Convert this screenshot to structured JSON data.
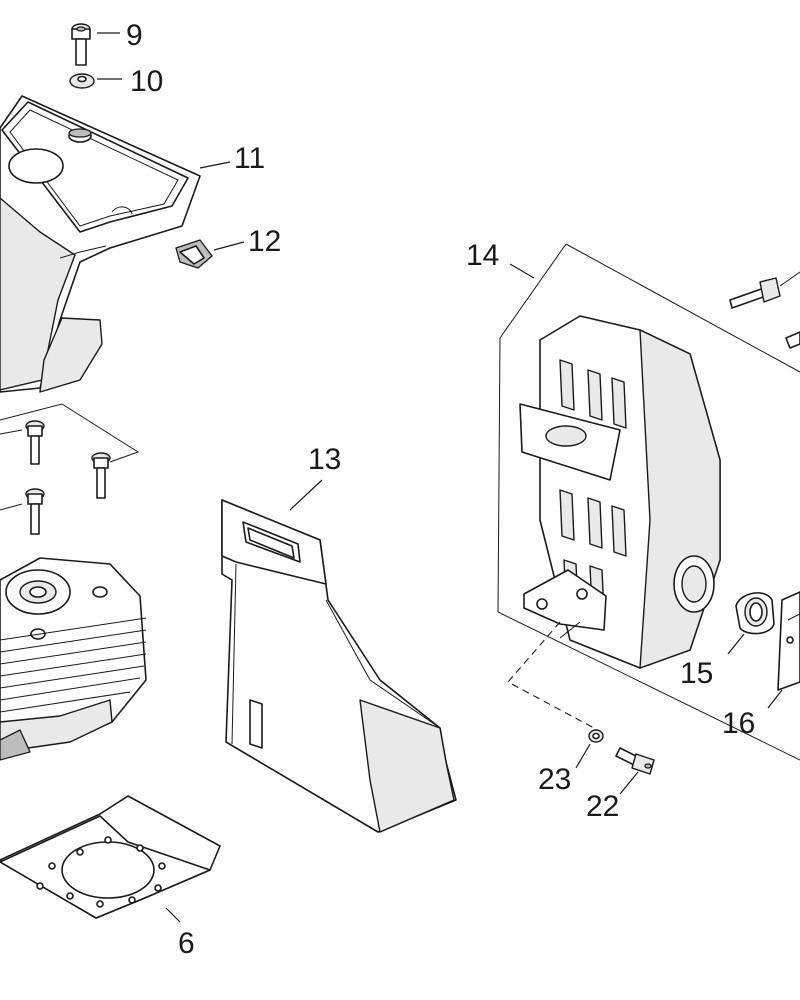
{
  "callouts": [
    {
      "id": "9",
      "label": "9"
    },
    {
      "id": "10",
      "label": "10"
    },
    {
      "id": "11",
      "label": "11"
    },
    {
      "id": "12",
      "label": "12"
    },
    {
      "id": "13",
      "label": "13"
    },
    {
      "id": "14",
      "label": "14"
    },
    {
      "id": "15",
      "label": "15"
    },
    {
      "id": "16",
      "label": "16"
    },
    {
      "id": "22",
      "label": "22"
    },
    {
      "id": "23",
      "label": "23"
    },
    {
      "id": "6",
      "label": "6"
    }
  ]
}
